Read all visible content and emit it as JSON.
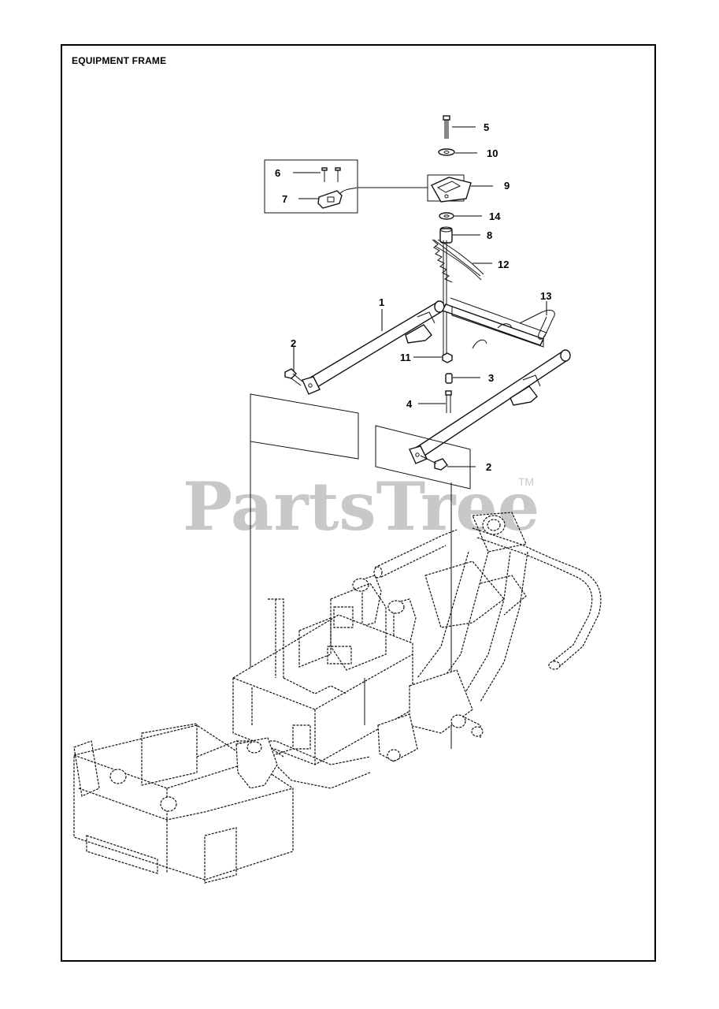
{
  "title": "EQUIPMENT FRAME",
  "watermark": {
    "text": "PartsTree",
    "trademark": "TM"
  },
  "callouts": [
    "1",
    "2",
    "2",
    "3",
    "4",
    "5",
    "6",
    "7",
    "8",
    "9",
    "10",
    "11",
    "12",
    "13",
    "14"
  ],
  "colors": {
    "ink": "#000000",
    "watermark": "#c8c8c8",
    "background": "#ffffff"
  }
}
